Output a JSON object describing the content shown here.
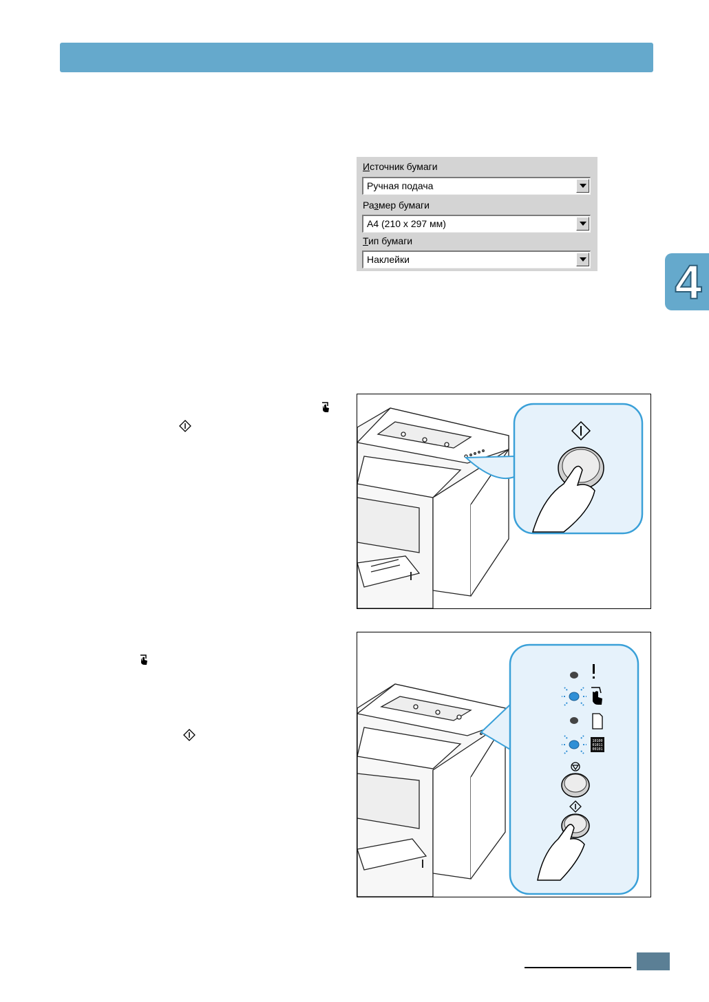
{
  "chapter": {
    "number": "4"
  },
  "dialog": {
    "source_label": "Источник бумаги",
    "source_label_key": "И",
    "source_label_rest": "сточник бумаги",
    "source_value": "Ручная подача",
    "size_label_pre": "Ра",
    "size_label_key": "з",
    "size_label_rest": "мер бумаги",
    "size_value": "A4 (210 x 297 мм)",
    "type_label_key": "Т",
    "type_label_rest": "ип бумаги",
    "type_value": "Наклейки"
  },
  "figure2_panel": {
    "data_icon_text": [
      "10100",
      "01011",
      "00101"
    ]
  },
  "colors": {
    "accent": "#65a9cc",
    "callout_bg": "#e6f2fb",
    "led_blue": "#2f8fd6",
    "footer_box": "#5b7f95"
  },
  "icons": [
    "manual-feed-icon",
    "start-stop-icon",
    "error-indicator-icon",
    "paper-icon",
    "data-indicator-icon",
    "cancel-icon"
  ]
}
